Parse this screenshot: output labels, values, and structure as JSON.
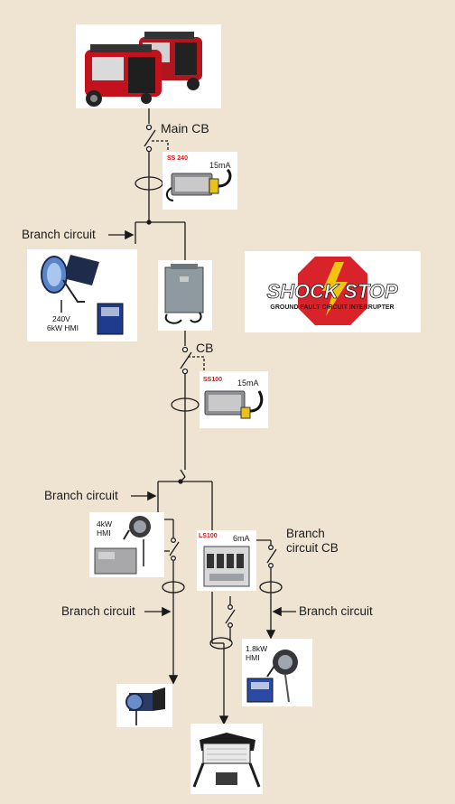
{
  "labels": {
    "main_cb": "Main CB",
    "cb": "CB",
    "branch_circuit_1": "Branch circuit",
    "branch_circuit_2": "Branch circuit",
    "branch_circuit_3": "Branch circuit",
    "branch_circuit_4": "Branch circuit",
    "branch_circuit_cb_line1": "Branch",
    "branch_circuit_cb_line2": "circuit CB"
  },
  "devices": {
    "gfci_top": {
      "model": "SS 240",
      "rating": "15mA"
    },
    "gfci_mid": {
      "model": "SS100",
      "rating": "15mA"
    },
    "gfci_low": {
      "model": "LS100",
      "rating": "6mA"
    }
  },
  "fixtures": {
    "hmi_6kw_line1": "240V",
    "hmi_6kw_line2": "6kW HMI",
    "hmi_4kw_line1": "4kW",
    "hmi_4kw_line2": "HMI",
    "hmi_18kw_line1": "1.8kW",
    "hmi_18kw_line2": "HMI"
  },
  "logo": {
    "text": "SHOCK STOP",
    "tagline": "GROUND FAULT CIRCUIT INTERRUPTER"
  },
  "colors": {
    "background": "#efe4d2",
    "line": "#1a1a1a",
    "logo_red": "#d8232a",
    "logo_yellow": "#f2c40f"
  }
}
